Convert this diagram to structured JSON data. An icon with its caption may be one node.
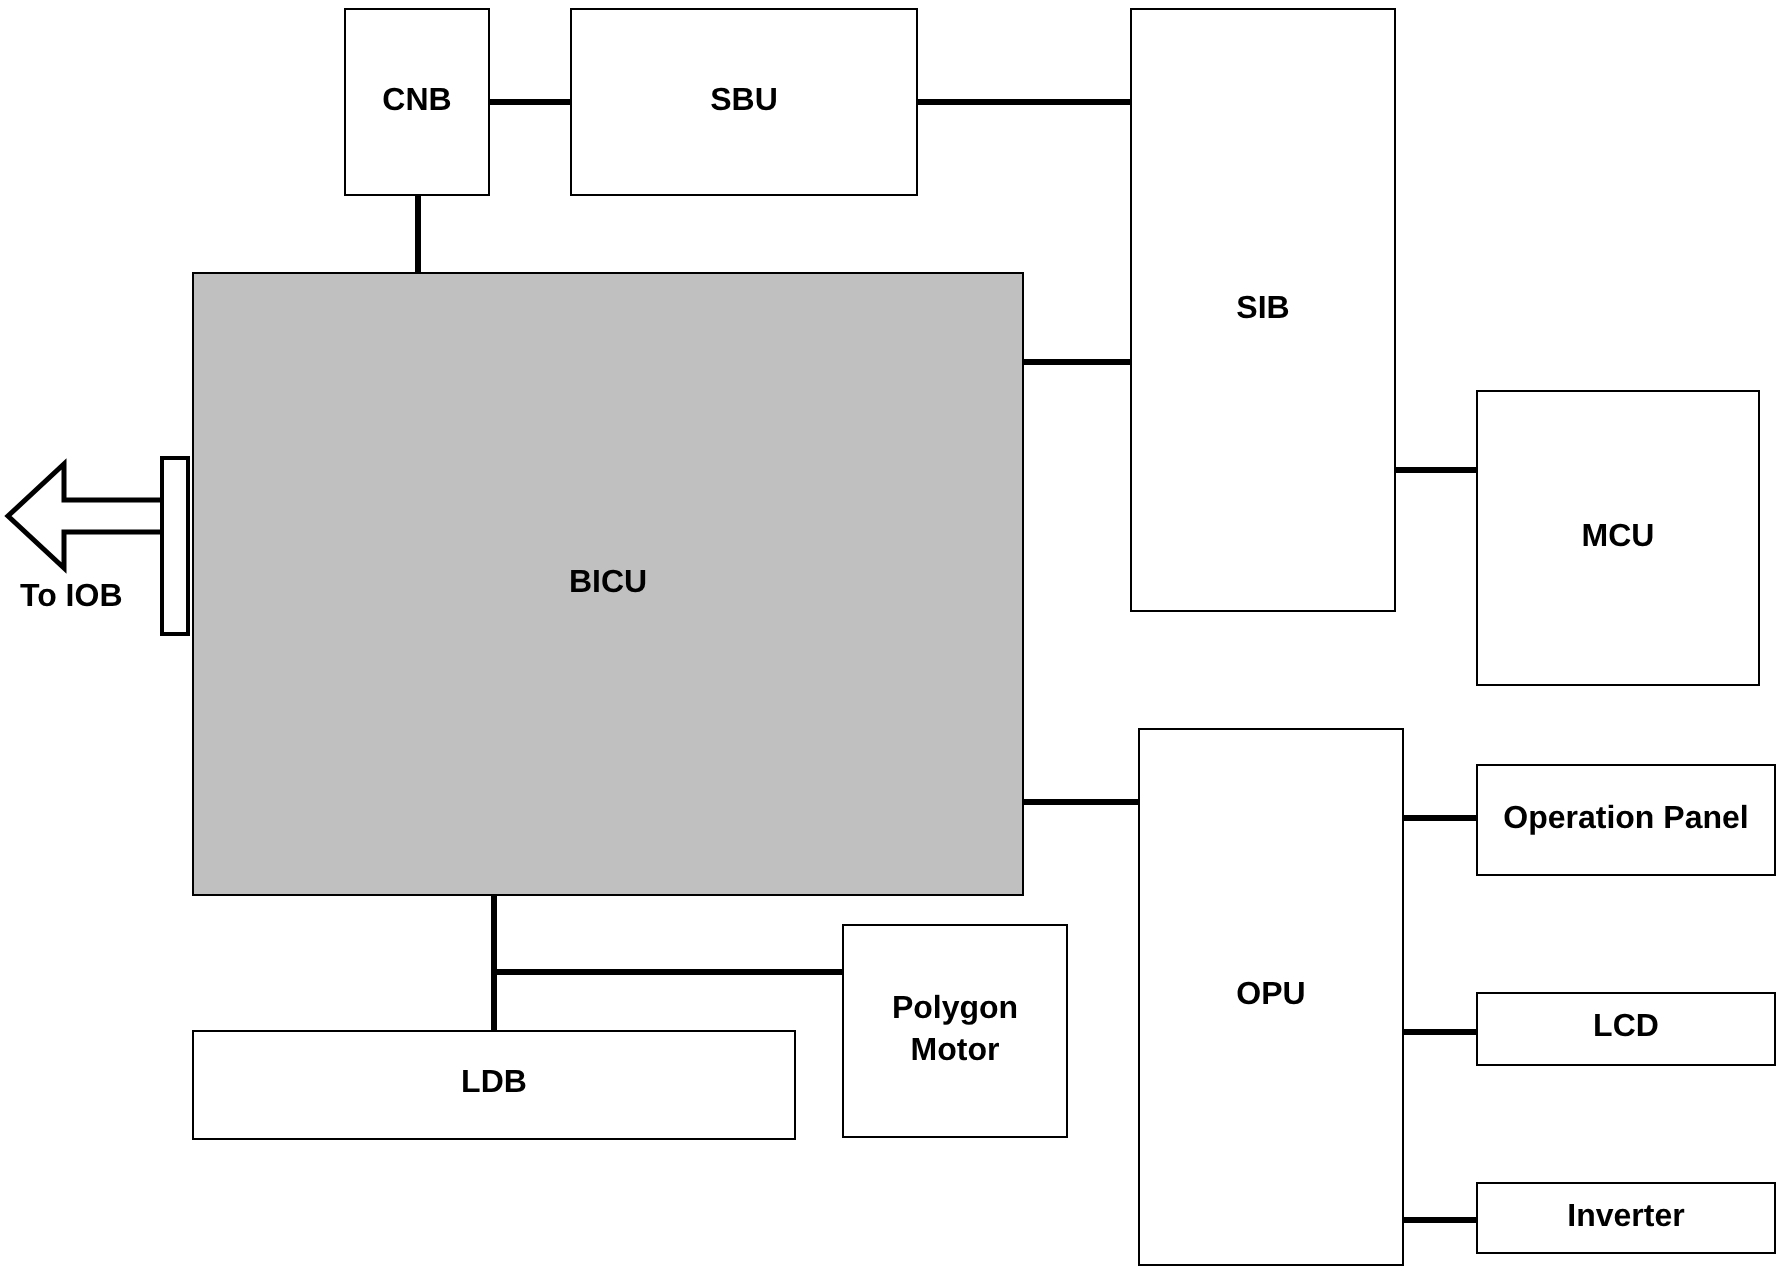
{
  "diagram": {
    "nodes": [
      {
        "text": [
          "CNB"
        ]
      },
      {
        "text": [
          "SBU"
        ]
      },
      {
        "text": [
          "SIB"
        ]
      },
      {
        "text": [
          "BICU"
        ]
      },
      {
        "text": [],
        "shape": "bar"
      },
      {
        "text": [
          "MCU"
        ]
      },
      {
        "text": [
          "OPU"
        ]
      },
      {
        "text": [
          "Operation Panel"
        ]
      },
      {
        "text": [
          "LCD"
        ]
      },
      {
        "text": [
          "Inverter"
        ]
      },
      {
        "text": [
          "LDB"
        ]
      },
      {
        "text": [
          "Polygon Motor"
        ]
      }
    ],
    "edges": [
      {
        "from": 0,
        "to": 1,
        "arrow": "none"
      },
      {
        "from": 0,
        "to": 3,
        "arrow": "none"
      },
      {
        "from": 1,
        "to": 2,
        "arrow": "none"
      },
      {
        "from": 3,
        "to": 2,
        "arrow": "none"
      },
      {
        "from": 2,
        "to": 5,
        "arrow": "none"
      },
      {
        "from": 3,
        "to": 6,
        "arrow": "none"
      },
      {
        "from": 6,
        "to": 7,
        "arrow": "none"
      },
      {
        "from": 6,
        "to": 8,
        "arrow": "none"
      },
      {
        "from": 6,
        "to": 9,
        "arrow": "none"
      },
      {
        "from": 3,
        "to": 10,
        "arrow": "none"
      },
      {
        "from": 3,
        "to": 11,
        "arrow": "none"
      },
      {
        "from": 4,
        "to": null,
        "arrow": "to",
        "label": "To IOB",
        "style": "thick"
      }
    ]
  }
}
